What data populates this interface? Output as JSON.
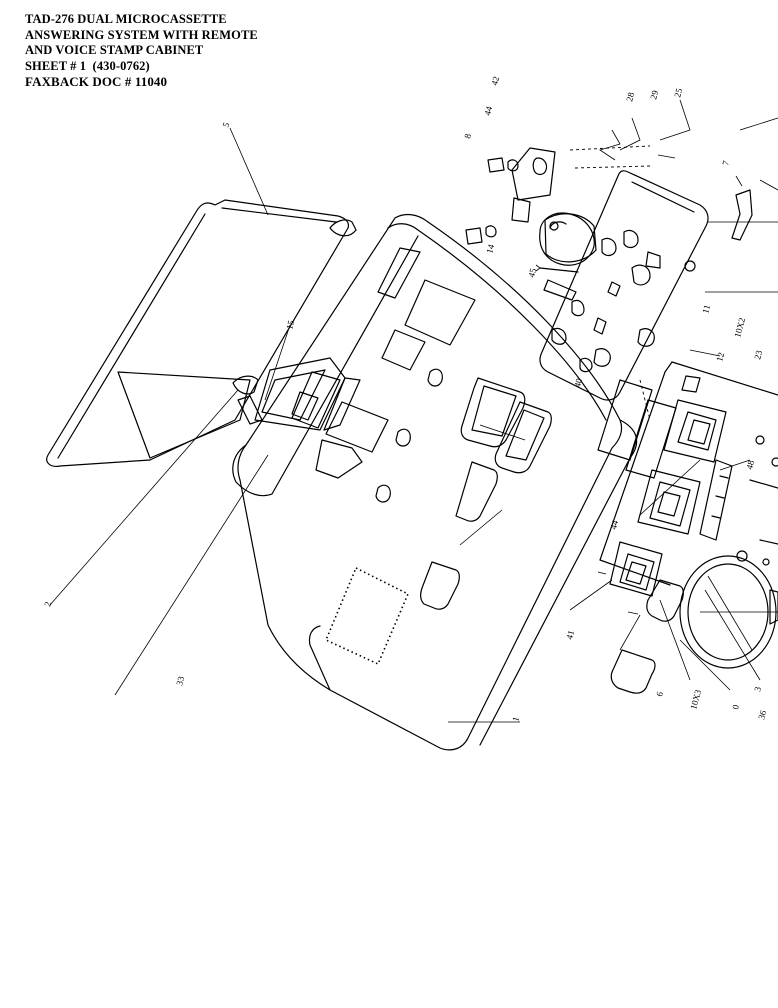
{
  "title": {
    "lines": [
      "TAD-276 DUAL MICROCASSETTE",
      "ANSWERING SYSTEM WITH REMOTE",
      "AND VOICE STAMP CABINET",
      "SHEET # 1  (430-0762)",
      "FAXBACK DOC # 11040"
    ]
  },
  "callouts": {
    "c5": "5",
    "c15": "15",
    "c2": "2",
    "c33": "33",
    "c1": "1",
    "c42": "42",
    "c44a": "44",
    "c8": "8",
    "c14": "14",
    "c28": "28",
    "c29": "29",
    "c25": "25",
    "c45": "45",
    "c40": "40",
    "c7": "7",
    "c11": "11",
    "c10x2": "10X2",
    "c12": "12",
    "c23": "23",
    "c44b": "44",
    "c48": "48",
    "c41": "41",
    "c10x3": "10X3",
    "c6": "6",
    "c0": "0",
    "c36": "36",
    "c3": "3"
  }
}
